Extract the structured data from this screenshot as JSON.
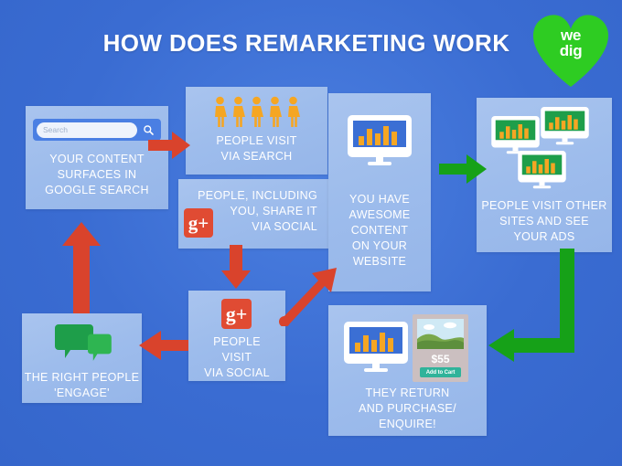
{
  "header": {
    "title": "HOW DOES REMARKETING WORK",
    "logo_line1": "we",
    "logo_line2": "dig",
    "logo_color": "#2ecc22",
    "title_color": "#ffffff"
  },
  "colors": {
    "background_blue": "#3b6fd4",
    "panel_blue": "#a3c0ee",
    "red_arrow": "#d9432c",
    "green_arrow": "#16a118",
    "orange_bar": "#f5a623",
    "google_plus_red": "#e04b33",
    "cart_teal": "#2fb39a",
    "text_white": "#ffffff"
  },
  "panels": [
    {
      "id": "google-search",
      "label": "YOUR CONTENT\nSURFACES IN\nGOOGLE SEARCH",
      "line1": "YOUR CONTENT",
      "line2": "SURFACES IN",
      "line3": "GOOGLE SEARCH",
      "search_placeholder": "Search",
      "icon": "search-icon"
    },
    {
      "id": "people-visit-search",
      "line1": "PEOPLE VISIT",
      "line2": "VIA SEARCH",
      "icon": "people-group-icon",
      "people_count": 5
    },
    {
      "id": "share-via-social",
      "line1": "PEOPLE, INCLUDING",
      "line2": "YOU, SHARE IT",
      "line3": "VIA SOCIAL",
      "icon": "google-plus-icon",
      "icon_label": "g+"
    },
    {
      "id": "awesome-content",
      "line1": "YOU HAVE",
      "line2": "AWESOME",
      "line3": "CONTENT",
      "line4": "ON YOUR",
      "line5": "WEBSITE",
      "icon": "monitor-chart-icon"
    },
    {
      "id": "visit-other-sites",
      "line1": "PEOPLE VISIT OTHER",
      "line2": "SITES AND SEE",
      "line3": "YOUR ADS",
      "icon": "three-monitors-icon"
    },
    {
      "id": "people-visit-social",
      "line1": "PEOPLE",
      "line2": "VISIT",
      "line3": "VIA SOCIAL",
      "icon": "google-plus-icon",
      "icon_label": "g+"
    },
    {
      "id": "return-purchase",
      "line1": "THEY RETURN",
      "line2": "AND PURCHASE/",
      "line3": "ENQUIRE!",
      "icon": "monitor-chart-icon",
      "product_price": "$55",
      "product_cta": "Add to Cart"
    },
    {
      "id": "right-people-engage",
      "line1": "THE RIGHT PEOPLE",
      "line2": "'ENGAGE'",
      "icon": "speech-bubbles-icon"
    }
  ],
  "arrows": [
    {
      "id": "search-to-people",
      "direction": "right",
      "color": "#d9432c"
    },
    {
      "id": "social-down",
      "direction": "down",
      "color": "#d9432c"
    },
    {
      "id": "social-to-content",
      "direction": "up-right",
      "color": "#d9432c"
    },
    {
      "id": "content-to-ads",
      "direction": "right",
      "color": "#16a118"
    },
    {
      "id": "ads-to-return",
      "direction": "down-left",
      "color": "#16a118"
    },
    {
      "id": "return-to-engage",
      "direction": "left",
      "color": "#d9432c"
    },
    {
      "id": "engage-to-search",
      "direction": "up",
      "color": "#d9432c"
    }
  ]
}
